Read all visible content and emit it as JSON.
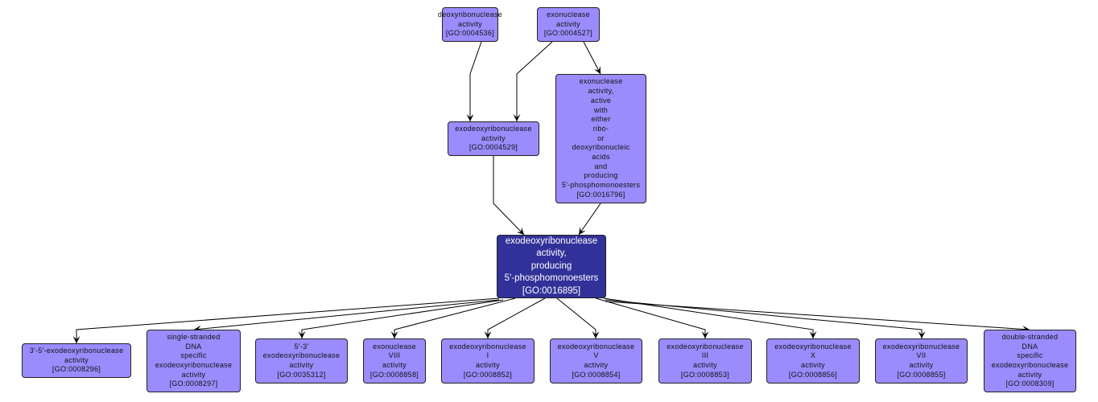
{
  "graph": {
    "title": "GO term ancestry graph for GO:0016895",
    "colors": {
      "node_fill": "#9a8cfc",
      "focus_fill": "#32319a",
      "focus_text": "#ffffff",
      "edge": "#000000"
    },
    "nodes": [
      {
        "id": "GO:0004536",
        "lines": [
          "deoxyribonuclease",
          "activity",
          "[GO:0004536]"
        ]
      },
      {
        "id": "GO:0004527",
        "lines": [
          "exonuclease",
          "activity",
          "[GO:0004527]"
        ]
      },
      {
        "id": "GO:0004529",
        "lines": [
          "exodeoxyribonuclease",
          "activity",
          "[GO:0004529]"
        ]
      },
      {
        "id": "GO:0016796",
        "lines": [
          "exonuclease",
          "activity,",
          "active",
          "with",
          "either",
          "ribo-",
          "or",
          "deoxyribonucleic",
          "acids",
          "and",
          "producing",
          "5'-phosphomonoesters",
          "[GO:0016796]"
        ]
      },
      {
        "id": "GO:0016895",
        "focus": true,
        "lines": [
          "exodeoxyribonuclease",
          "activity,",
          "producing",
          "5'-phosphomonoesters",
          "[GO:0016895]"
        ]
      },
      {
        "id": "GO:0008296",
        "lines": [
          "3'-5'-exodeoxyribonuclease",
          "activity",
          "[GO:0008296]"
        ]
      },
      {
        "id": "GO:0008297",
        "lines": [
          "single-stranded",
          "DNA",
          "specific",
          "exodeoxyribonuclease",
          "activity",
          "[GO:0008297]"
        ]
      },
      {
        "id": "GO:0035312",
        "lines": [
          "5'-3'",
          "exodeoxyribonuclease",
          "activity",
          "[GO:0035312]"
        ]
      },
      {
        "id": "GO:0008858",
        "lines": [
          "exonuclease",
          "VIII",
          "activity",
          "[GO:0008858]"
        ]
      },
      {
        "id": "GO:0008852",
        "lines": [
          "exodeoxyribonuclease",
          "I",
          "activity",
          "[GO:0008852]"
        ]
      },
      {
        "id": "GO:0008854",
        "lines": [
          "exodeoxyribonuclease",
          "V",
          "activity",
          "[GO:0008854]"
        ]
      },
      {
        "id": "GO:0008853",
        "lines": [
          "exodeoxyribonuclease",
          "III",
          "activity",
          "[GO:0008853]"
        ]
      },
      {
        "id": "GO:0008856",
        "lines": [
          "exodeoxyribonuclease",
          "X",
          "activity",
          "[GO:0008856]"
        ]
      },
      {
        "id": "GO:0008855",
        "lines": [
          "exodeoxyribonuclease",
          "VII",
          "activity",
          "[GO:0008855]"
        ]
      },
      {
        "id": "GO:0008309",
        "lines": [
          "double-stranded",
          "DNA",
          "specific",
          "exodeoxyribonuclease",
          "activity",
          "[GO:0008309]"
        ]
      }
    ],
    "edges": [
      {
        "from": "GO:0004536",
        "to": "GO:0004529"
      },
      {
        "from": "GO:0004527",
        "to": "GO:0004529"
      },
      {
        "from": "GO:0004527",
        "to": "GO:0016796"
      },
      {
        "from": "GO:0004529",
        "to": "GO:0016895"
      },
      {
        "from": "GO:0016796",
        "to": "GO:0016895"
      },
      {
        "from": "GO:0016895",
        "to": "GO:0008296"
      },
      {
        "from": "GO:0016895",
        "to": "GO:0008297"
      },
      {
        "from": "GO:0016895",
        "to": "GO:0035312"
      },
      {
        "from": "GO:0016895",
        "to": "GO:0008858"
      },
      {
        "from": "GO:0016895",
        "to": "GO:0008852"
      },
      {
        "from": "GO:0016895",
        "to": "GO:0008854"
      },
      {
        "from": "GO:0016895",
        "to": "GO:0008853"
      },
      {
        "from": "GO:0016895",
        "to": "GO:0008856"
      },
      {
        "from": "GO:0016895",
        "to": "GO:0008855"
      },
      {
        "from": "GO:0016895",
        "to": "GO:0008309"
      }
    ]
  }
}
